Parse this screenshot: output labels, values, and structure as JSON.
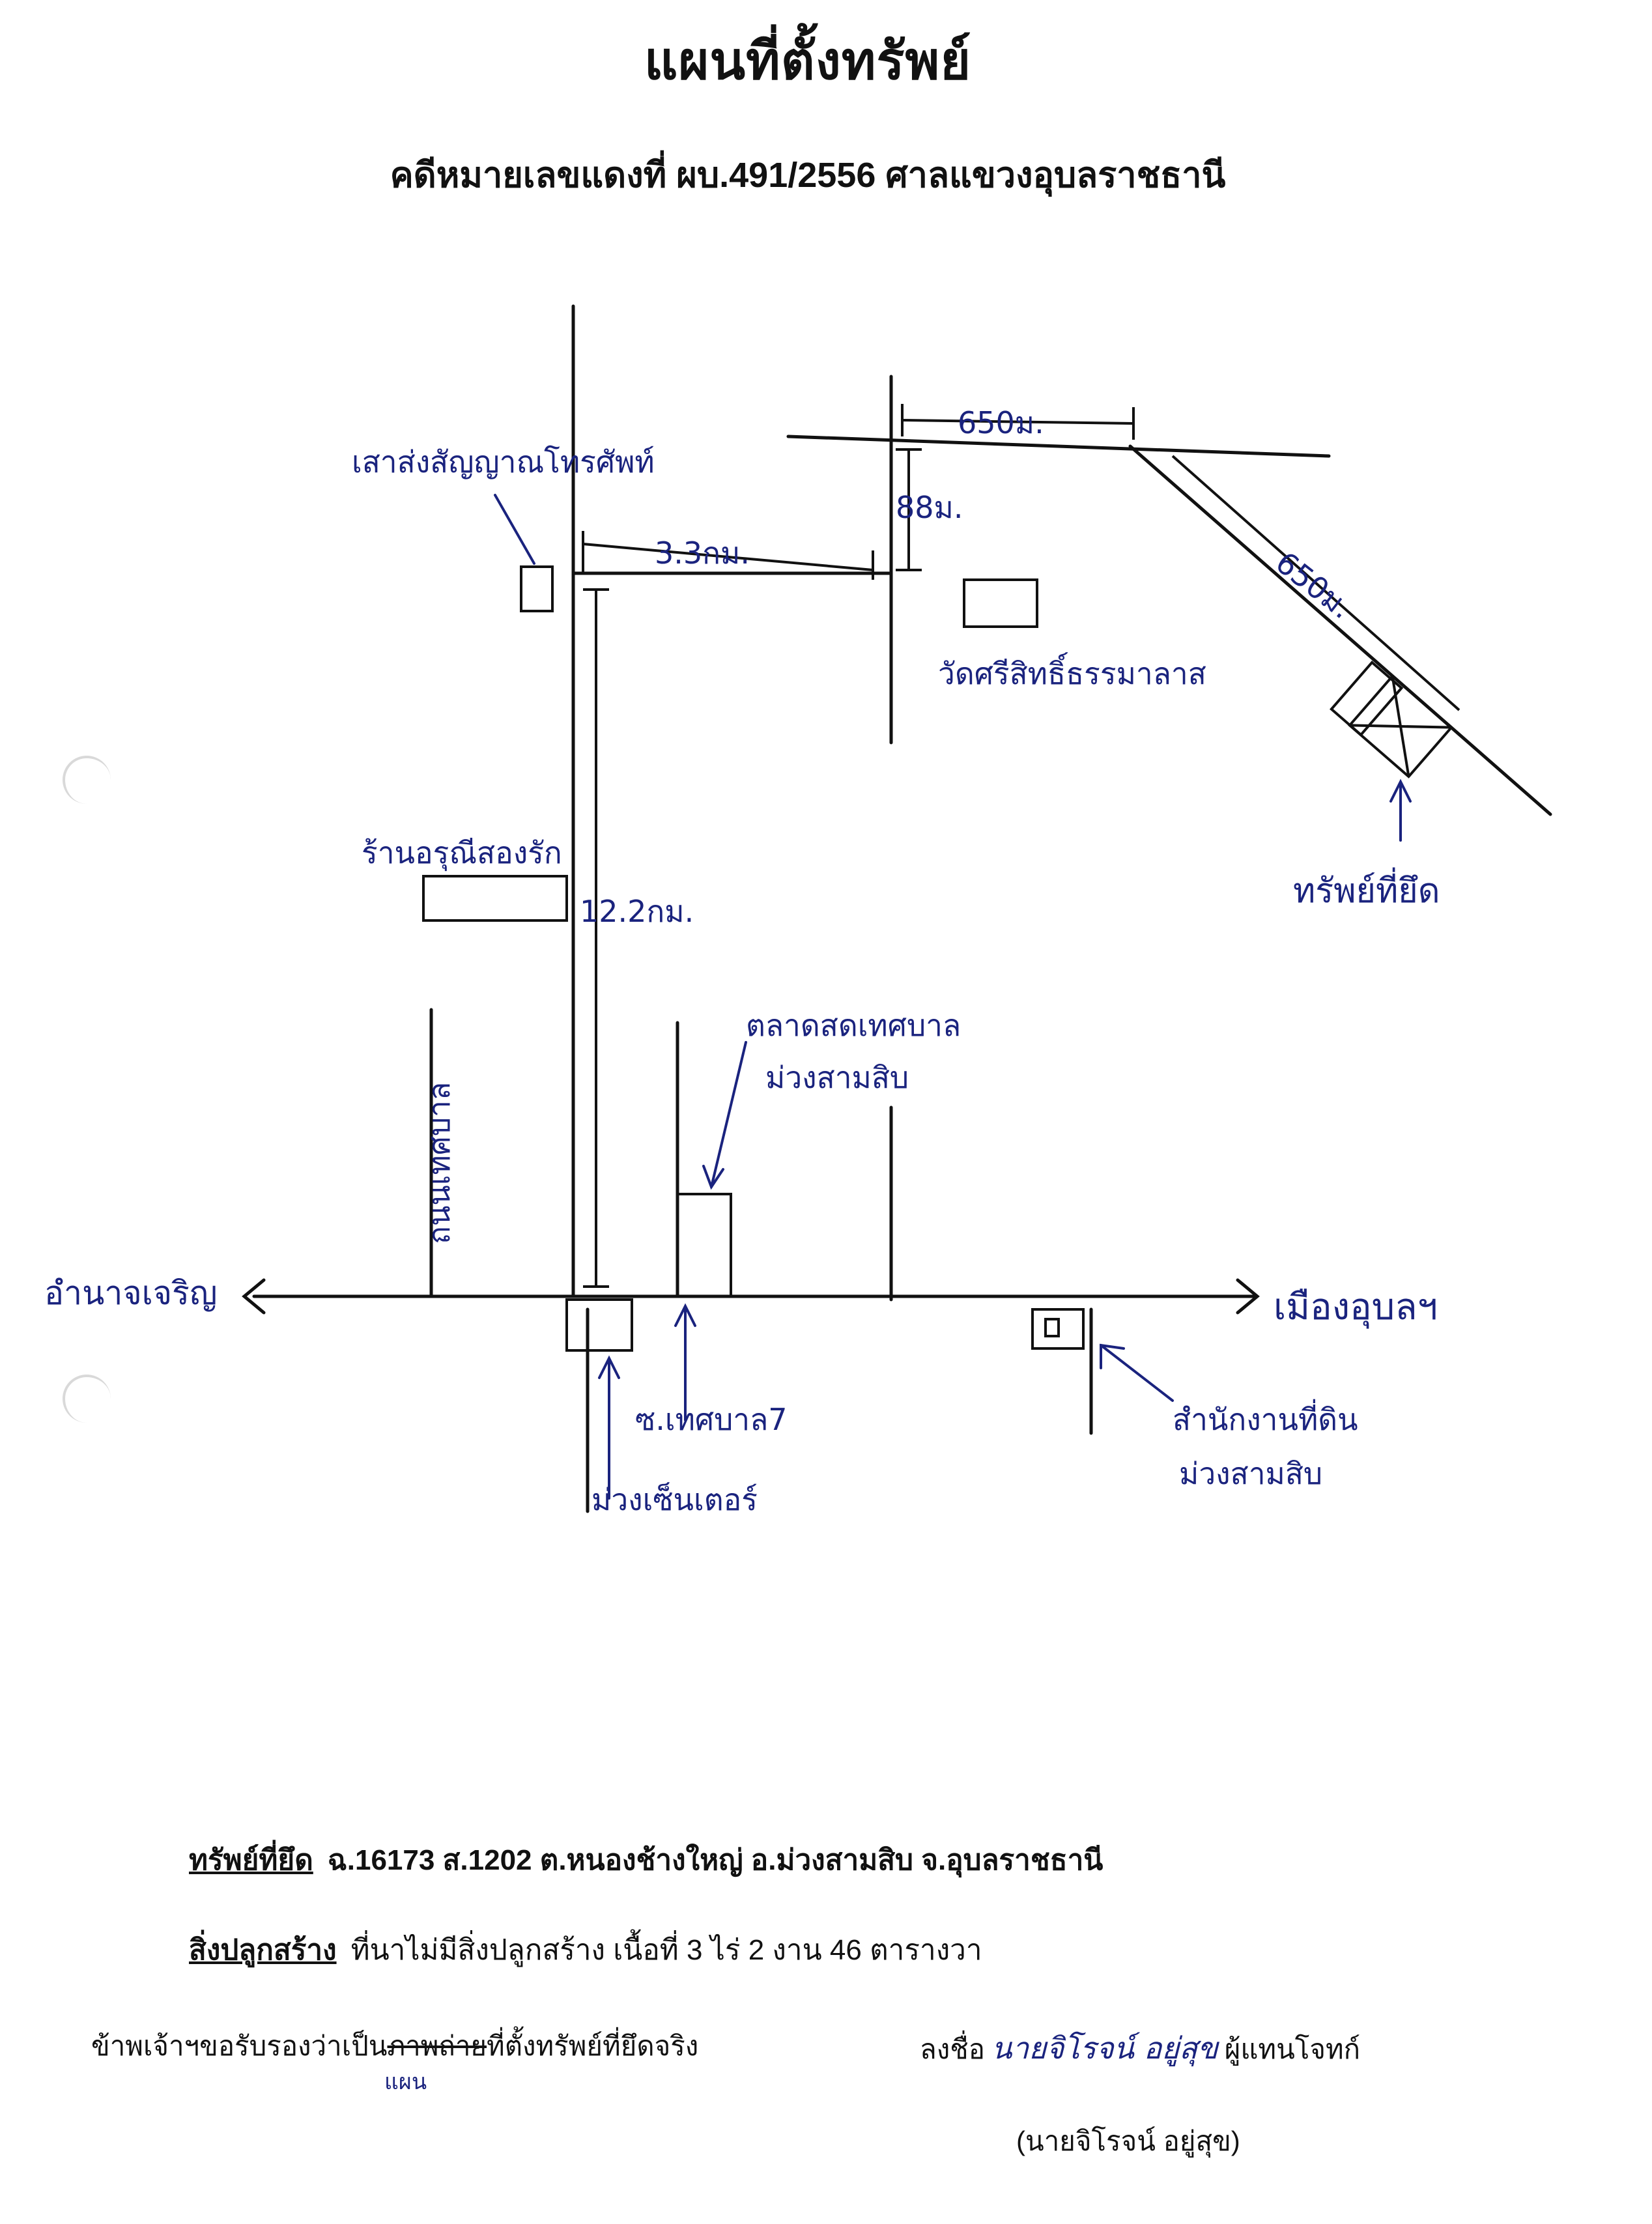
{
  "header": {
    "title": "แผนที่ตั้งทรัพย์",
    "subtitle": "คดีหมายเลขแดงที่ ผบ.491/2556 ศาลแขวงอุบลราชธานี"
  },
  "map": {
    "labels": {
      "telecom_tower": "เสาส่งสัญญาณโทรศัพท์",
      "dist_3_3km": "3.3กม.",
      "dist_650m_top": "650ม.",
      "dist_88m": "88ม.",
      "dist_650m_diag": "650ม.",
      "temple": "วัดศรีสิทธิ์ธรรมาลาส",
      "seized_property": "ทรัพย์ที่ยึด",
      "shop": "ร้านอรุณีสองรัก",
      "dist_12_2km": "12.2กม.",
      "side_road": "ถนนเทศบาล",
      "fresh_market_line1": "ตลาดสดเทศบาล",
      "fresh_market_line2": "ม่วงสามสิบ",
      "amnat": "อำนาจเจริญ",
      "to_ubon": "เมืองอุบลฯ",
      "soi_municipal": "ซ.เทศบาล7",
      "center_line": "ม่วงเซ็นเตอร์",
      "land_office_line1": "สำนักงานที่ดิน",
      "land_office_line2": "ม่วงสามสิบ"
    },
    "ink_color": "#1a237e",
    "line_color": "#111111"
  },
  "property": {
    "label": "ทรัพย์ที่ยึด",
    "value": "ฉ.16173 ส.1202 ต.หนองช้างใหญ่ อ.ม่วงสามสิบ จ.อุบลราชธานี"
  },
  "buildings": {
    "label": "สิ่งปลูกสร้าง",
    "value": "ที่นาไม่มีสิ่งปลูกสร้าง เนื้อที่ 3 ไร่ 2 งาน  46 ตารางวา"
  },
  "certification": {
    "prefix": "ข้าพเจ้าฯขอรับรองว่าเป็น",
    "struck": "ภาพถ่าย",
    "suffix": "ที่ตั้งทรัพย์ที่ยึดจริง",
    "handwritten_correction": "แผน"
  },
  "signature": {
    "prefix": "ลงชื่อ",
    "signed": "นายจิโรจน์  อยู่สุข",
    "role": "ผู้แทนโจทก์",
    "printed_name": "(นายจิโรจน์  อยู่สุข)"
  }
}
